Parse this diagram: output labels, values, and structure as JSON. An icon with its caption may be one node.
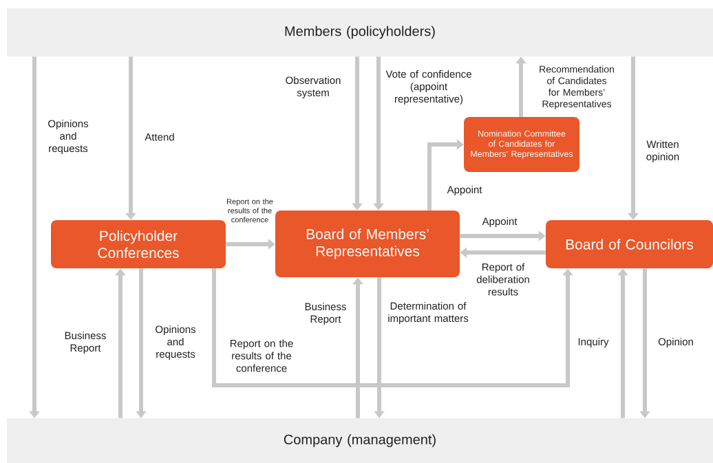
{
  "diagram": {
    "nodes": [
      {
        "text": [
          "Members (policyholders)"
        ]
      },
      {
        "text": [
          "Policyholder Conferences"
        ]
      },
      {
        "text": [
          "Board of Members’ Representatives"
        ]
      },
      {
        "text": [
          "Nomination Committee of Candidates for Members’ Representatives"
        ]
      },
      {
        "text": [
          "Board of Councilors"
        ]
      },
      {
        "text": [
          "Company (management)"
        ]
      }
    ],
    "edges": [
      {
        "from": 0,
        "to": 5,
        "arrow": "to",
        "label": "Opinions and requests"
      },
      {
        "from": 0,
        "to": 1,
        "arrow": "to",
        "label": "Attend"
      },
      {
        "from": 1,
        "to": 2,
        "arrow": "to",
        "label": "Report on the results of the conference"
      },
      {
        "from": 0,
        "to": 2,
        "arrow": "to",
        "label": "Observation system"
      },
      {
        "from": 0,
        "to": 2,
        "arrow": "to",
        "label": "Vote of confidence (appoint representative)"
      },
      {
        "from": 2,
        "to": 3,
        "arrow": "to",
        "label": "Appoint"
      },
      {
        "from": 3,
        "to": 0,
        "arrow": "to",
        "label": "Recommendation of Candidates for Members’ Representatives"
      },
      {
        "from": 0,
        "to": 4,
        "arrow": "to",
        "label": "Written opinion"
      },
      {
        "from": 2,
        "to": 4,
        "arrow": "to",
        "label": "Appoint"
      },
      {
        "from": 4,
        "to": 2,
        "arrow": "to",
        "label": "Report of deliberation results"
      },
      {
        "from": 5,
        "to": 1,
        "arrow": "to",
        "label": "Business Report"
      },
      {
        "from": 1,
        "to": 5,
        "arrow": "to",
        "label": "Opinions and requests"
      },
      {
        "from": 1,
        "to": 4,
        "arrow": "to",
        "label": "Report on the results of the conference"
      },
      {
        "from": 5,
        "to": 2,
        "arrow": "to",
        "label": "Business Report"
      },
      {
        "from": 2,
        "to": 5,
        "arrow": "to",
        "label": "Determination of important matters"
      },
      {
        "from": 5,
        "to": 4,
        "arrow": "to",
        "label": "Inquiry"
      },
      {
        "from": 4,
        "to": 5,
        "arrow": "to",
        "label": "Opinion"
      }
    ]
  }
}
